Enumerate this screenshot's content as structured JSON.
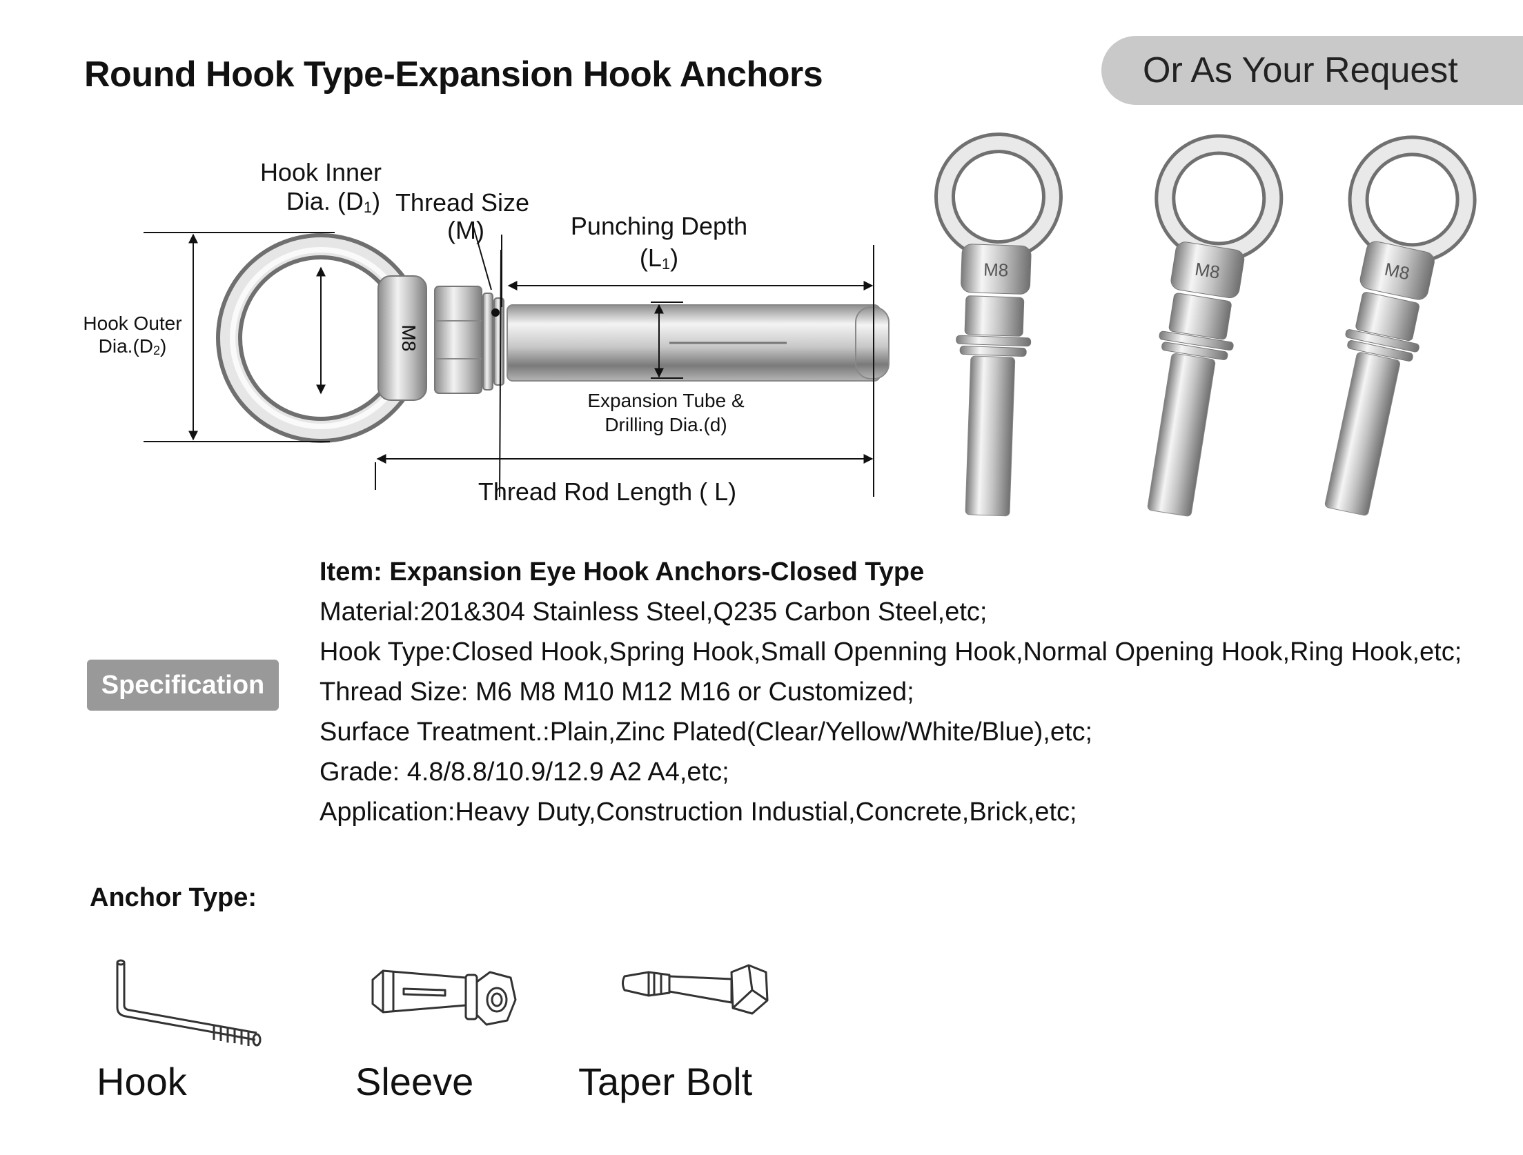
{
  "title": "Round Hook Type-Expansion Hook Anchors",
  "request_badge": "Or As Your Request",
  "diagram": {
    "hook_inner_line1": "Hook Inner",
    "hook_inner_line2": "Dia. (D",
    "hook_inner_sub": "1",
    "hook_inner_close": ")",
    "thread_size_line1": "Thread Size",
    "thread_size_line2": "(M)",
    "punching_depth_line1": "Punching Depth",
    "punching_depth_line2": "(L",
    "punching_depth_sub": "1",
    "punching_depth_close": ")",
    "hook_outer_line1": "Hook Outer",
    "hook_outer_line2": "Dia.(D",
    "hook_outer_sub": "2",
    "hook_outer_close": ")",
    "expansion_line1": "Expansion Tube &",
    "expansion_line2": "Drilling Dia.(d)",
    "thread_rod": "Thread Rod Length ( L)",
    "nut_marking": "M8"
  },
  "photo": {
    "marking": "M8"
  },
  "specification": {
    "badge": "Specification",
    "lines": [
      "Item: Expansion Eye Hook Anchors-Closed Type",
      "Material:201&304 Stainless Steel,Q235 Carbon Steel,etc;",
      "Hook Type:Closed Hook,Spring Hook,Small Openning Hook,Normal Opening Hook,Ring Hook,etc;",
      "Thread Size: M6 M8 M10 M12 M16 or Customized;",
      "Surface Treatment.:Plain,Zinc Plated(Clear/Yellow/White/Blue),etc;",
      "Grade: 4.8/8.8/10.9/12.9 A2 A4,etc;",
      "Application:Heavy Duty,Construction Industial,Concrete,Brick,etc;"
    ]
  },
  "anchor_types": {
    "heading": "Anchor Type:",
    "items": [
      {
        "label": "Hook",
        "icon": "l-hook-bolt-icon"
      },
      {
        "label": "Sleeve",
        "icon": "sleeve-anchor-icon"
      },
      {
        "label": "Taper Bolt",
        "icon": "taper-bolt-icon"
      }
    ]
  }
}
